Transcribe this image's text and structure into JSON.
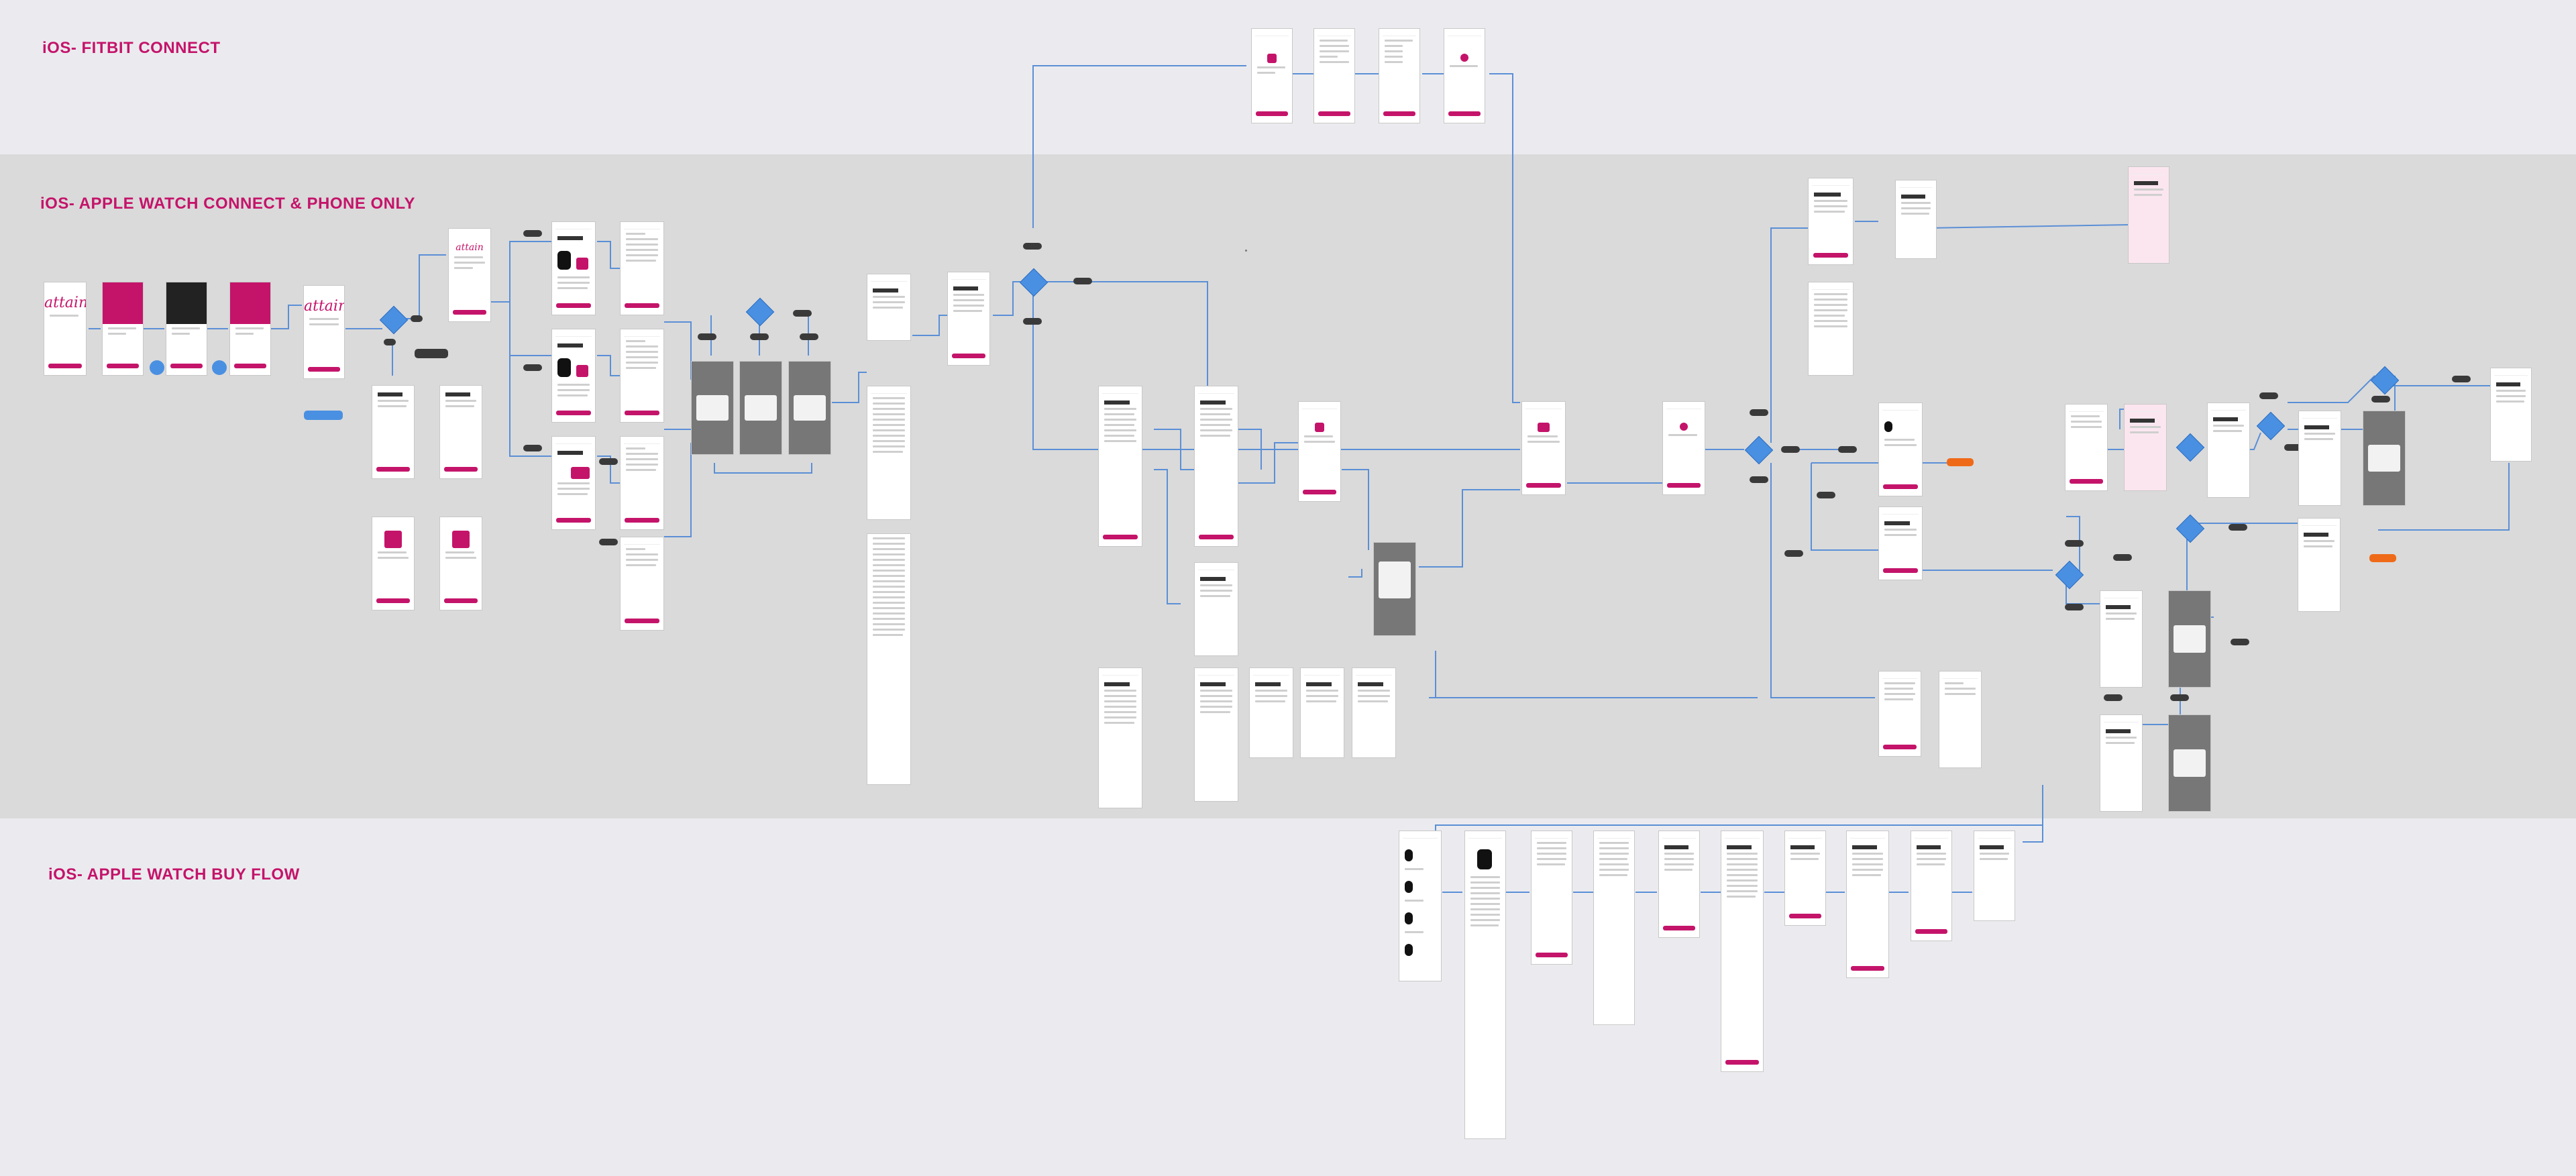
{
  "sections": {
    "fitbit": "iOS- FITBIT CONNECT",
    "apple": "iOS- APPLE WATCH CONNECT & PHONE ONLY",
    "buy": "iOS- APPLE WATCH BUY FLOW"
  },
  "logo": {
    "attain": "attain"
  },
  "colors": {
    "brand": "#c4146a",
    "connector": "#5b8fd6",
    "decision": "#4a90e2",
    "terminal": "#ef6a18"
  }
}
